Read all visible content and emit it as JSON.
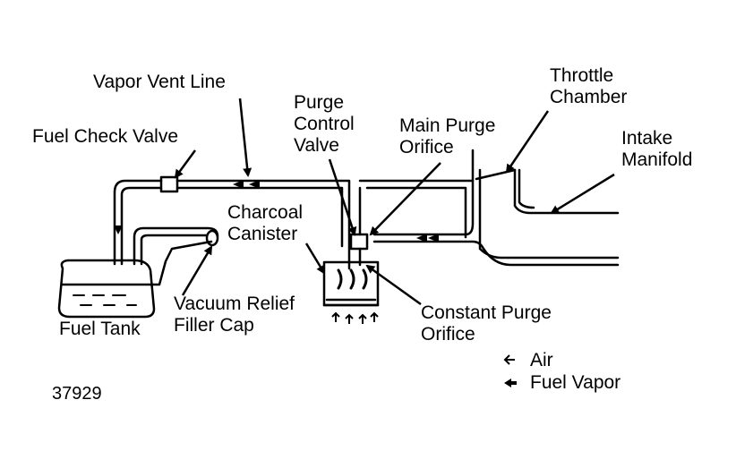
{
  "labels": {
    "vapor_vent_line": "Vapor Vent Line",
    "purge_control_valve": [
      "Purge",
      "Control",
      "Valve"
    ],
    "main_purge_orifice": [
      "Main Purge",
      "Orifice"
    ],
    "throttle_chamber": [
      "Throttle",
      "Chamber"
    ],
    "intake_manifold": [
      "Intake",
      "Manifold"
    ],
    "fuel_check_valve": "Fuel Check Valve",
    "charcoal_canister": [
      "Charcoal",
      "Canister"
    ],
    "vacuum_relief_filler_cap": [
      "Vacuum Relief",
      "Filler Cap"
    ],
    "fuel_tank": "Fuel Tank",
    "constant_purge_orifice": [
      "Constant Purge",
      "Orifice"
    ]
  },
  "legend": {
    "air": "Air",
    "fuel_vapor": "Fuel Vapor"
  },
  "figure_number": "37929",
  "colors": {
    "line": "#000000",
    "background": "#ffffff"
  }
}
